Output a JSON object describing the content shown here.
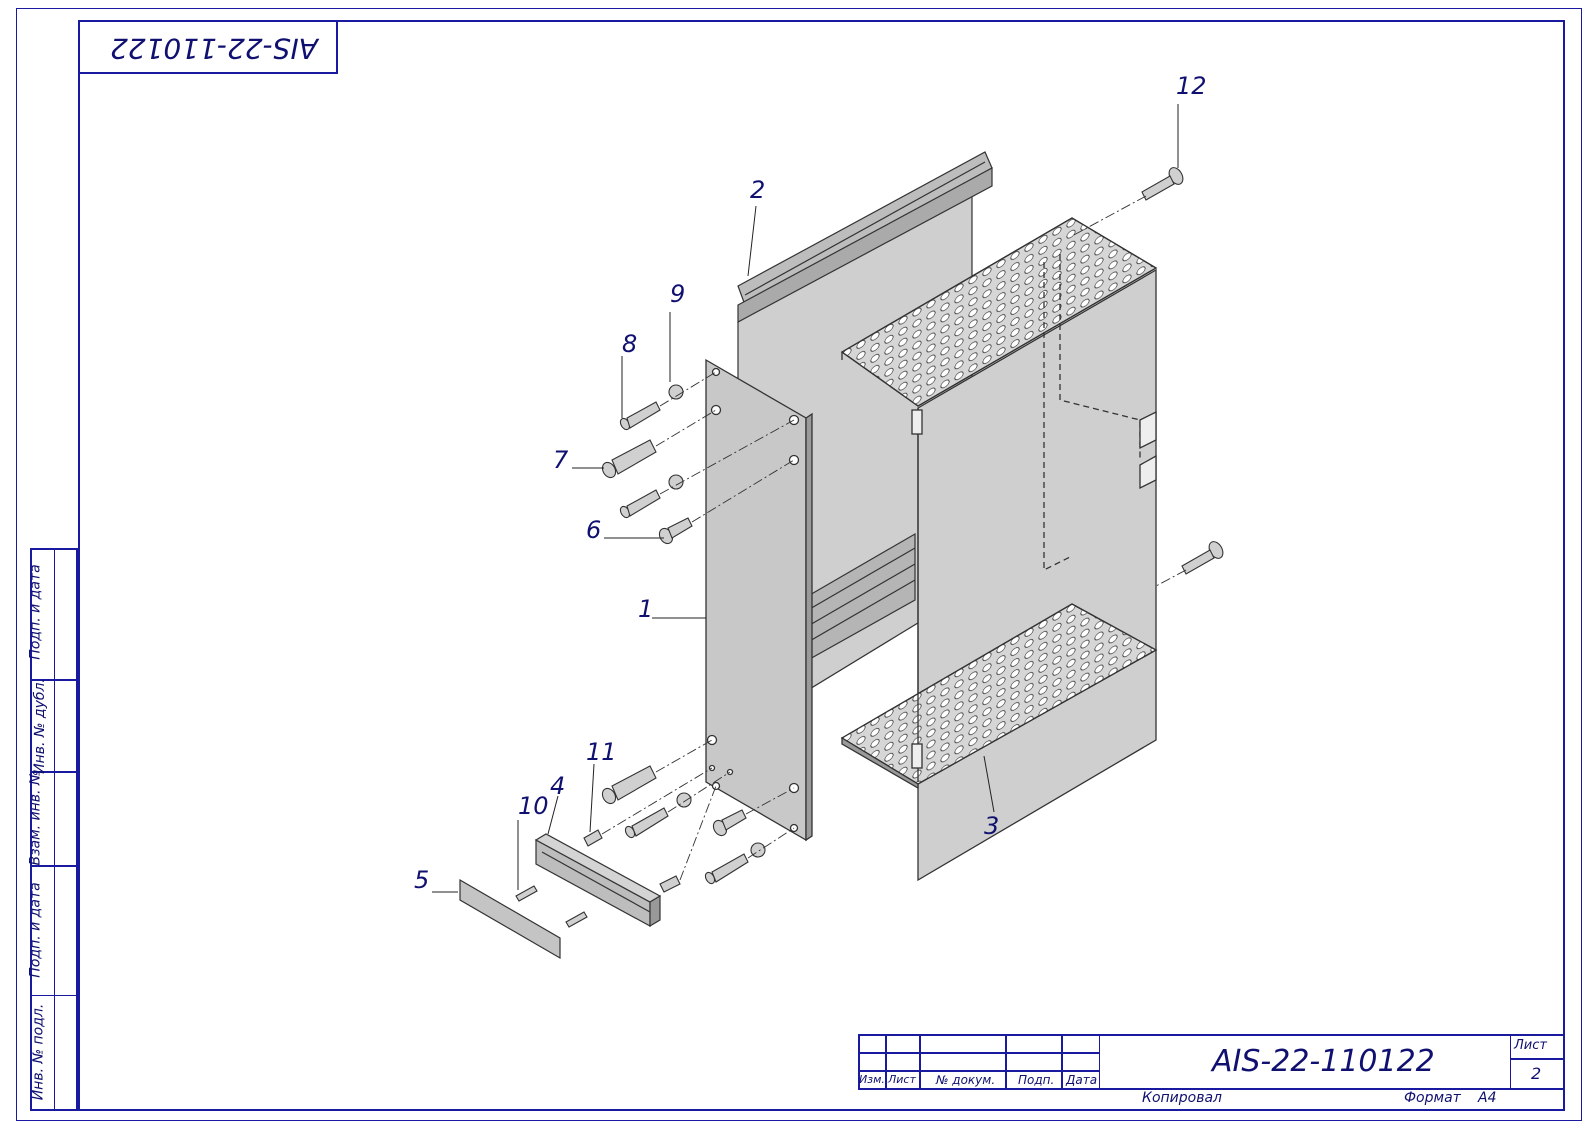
{
  "code_stamp": "AIS-22-110122",
  "designation": "AIS-22-110122",
  "sheet_label": "Лист",
  "sheet_number": "2",
  "copied_label": "Копировал",
  "format_label": "Формат",
  "format_value": "A4",
  "title_block_headers": [
    "Изм.",
    "Лист",
    "№ докум.",
    "Подп.",
    "Дата"
  ],
  "side_stamp_labels": [
    "Подп. и дата",
    "Инв. № дубл.",
    "Взам. инв. №",
    "Подп. и дата",
    "Инв. № подл."
  ],
  "callouts": [
    "1",
    "2",
    "3",
    "4",
    "5",
    "6",
    "7",
    "8",
    "9",
    "10",
    "11",
    "12"
  ],
  "colors": {
    "line": "#1a1aa0",
    "part_fill": "#c8c8c8",
    "part_edge": "#333333"
  }
}
